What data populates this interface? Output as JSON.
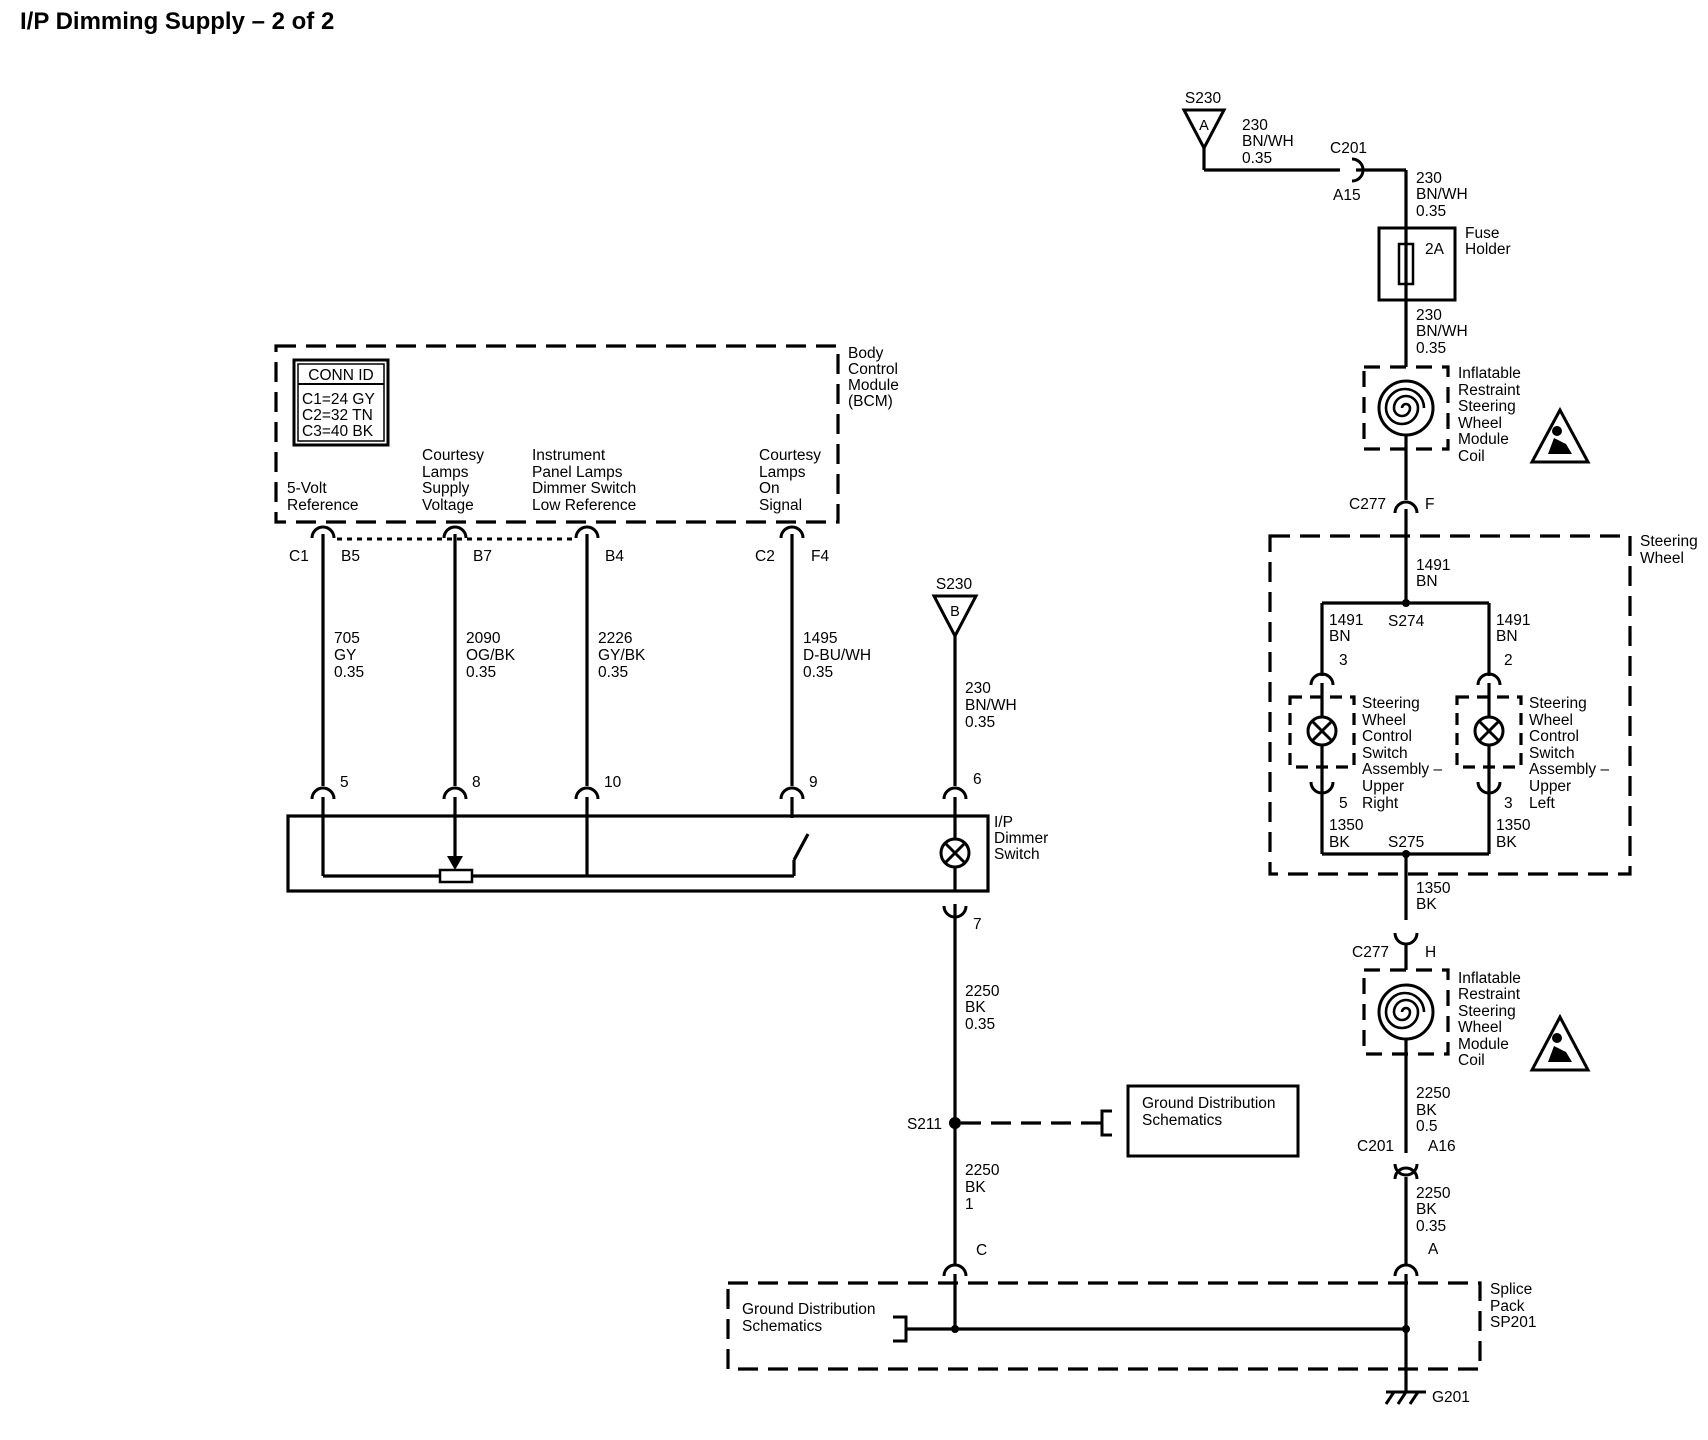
{
  "title": "I/P Dimming Supply – 2 of 2",
  "bcm": {
    "name": [
      "Body",
      "Control",
      "Module",
      "(BCM)"
    ],
    "conn_id_header": "CONN ID",
    "conn_ids": [
      "C1=24 GY",
      "C2=32 TN",
      "C3=40 BK"
    ],
    "pins": [
      {
        "function": [
          "5-Volt",
          "Reference"
        ],
        "connector": "C1",
        "pin": "B5",
        "circuit": "705",
        "color": "GY",
        "size": "0.35",
        "switch_pin": "5"
      },
      {
        "function": [
          "Courtesy",
          "Lamps",
          "Supply",
          "Voltage"
        ],
        "connector": "",
        "pin": "B7",
        "circuit": "2090",
        "color": "OG/BK",
        "size": "0.35",
        "switch_pin": "8"
      },
      {
        "function": [
          "Instrument",
          "Panel Lamps",
          "Dimmer Switch",
          "Low Reference"
        ],
        "connector": "",
        "pin": "B4",
        "circuit": "2226",
        "color": "GY/BK",
        "size": "0.35",
        "switch_pin": "10"
      },
      {
        "function": [
          "Courtesy",
          "Lamps",
          "On",
          "Signal"
        ],
        "connector": "C2",
        "pin": "F4",
        "circuit": "1495",
        "color": "D-BU/WH",
        "size": "0.35",
        "switch_pin": "9"
      }
    ]
  },
  "dimmer_switch": {
    "name": [
      "I/P",
      "Dimmer",
      "Switch"
    ],
    "supply_pin": "6",
    "ground_pin": "7"
  },
  "s230_b": {
    "label": "S230",
    "letter": "B",
    "circuit": "230",
    "color": "BN/WH",
    "size": "0.35"
  },
  "ground_path_left": {
    "wire1": {
      "circuit": "2250",
      "color": "BK",
      "size": "0.35"
    },
    "splice": "S211",
    "wire2": {
      "circuit": "2250",
      "color": "BK",
      "size": "1"
    },
    "splice_pack_pin": "C",
    "gds_box": [
      "Ground Distribution",
      "Schematics"
    ]
  },
  "right_branch": {
    "s230_a": {
      "label": "S230",
      "letter": "A"
    },
    "w1": {
      "circuit": "230",
      "color": "BN/WH",
      "size": "0.35"
    },
    "c201_top": {
      "label": "C201",
      "pin": "A15"
    },
    "w2": {
      "circuit": "230",
      "color": "BN/WH",
      "size": "0.35"
    },
    "fuse": {
      "rating": "2A",
      "name": [
        "Fuse",
        "Holder"
      ]
    },
    "w3": {
      "circuit": "230",
      "color": "BN/WH",
      "size": "0.35"
    },
    "coil_name": [
      "Inflatable",
      "Restraint",
      "Steering",
      "Wheel",
      "Module",
      "Coil"
    ],
    "c277_top": {
      "label": "C277",
      "pin": "F"
    },
    "steering_wheel": [
      "Steering",
      "Wheel"
    ],
    "w_1491_trunk": {
      "circuit": "1491",
      "color": "BN"
    },
    "s274": "S274",
    "w_1491_left": {
      "circuit": "1491",
      "color": "BN"
    },
    "w_1491_right": {
      "circuit": "1491",
      "color": "BN"
    },
    "switch_right": {
      "pin_top": "3",
      "pin_bottom": "5",
      "name": [
        "Steering",
        "Wheel",
        "Control",
        "Switch",
        "Assembly –",
        "Upper",
        "Right"
      ]
    },
    "switch_left": {
      "pin_top": "2",
      "pin_bottom": "3",
      "name": [
        "Steering",
        "Wheel",
        "Control",
        "Switch",
        "Assembly –",
        "Upper",
        "Left"
      ]
    },
    "w_1350_left": {
      "circuit": "1350",
      "color": "BK"
    },
    "w_1350_right": {
      "circuit": "1350",
      "color": "BK"
    },
    "s275": "S275",
    "w_1350_out": {
      "circuit": "1350",
      "color": "BK"
    },
    "c277_bottom": {
      "label": "C277",
      "pin": "H"
    },
    "w_2250_a": {
      "circuit": "2250",
      "color": "BK",
      "size": "0.5"
    },
    "c201_bottom": {
      "label": "C201",
      "pin": "A16"
    },
    "w_2250_b": {
      "circuit": "2250",
      "color": "BK",
      "size": "0.35"
    },
    "splice_pack_pin": "A"
  },
  "splice_pack": {
    "name": [
      "Splice",
      "Pack",
      "SP201"
    ],
    "gds": [
      "Ground Distribution",
      "Schematics"
    ]
  },
  "ground": "G201"
}
